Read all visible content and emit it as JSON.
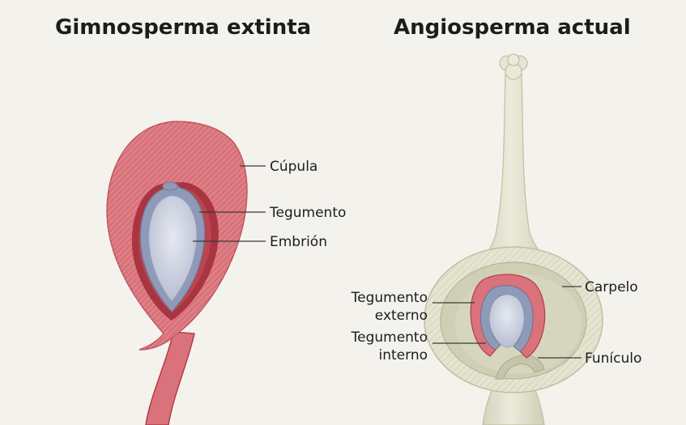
{
  "left_panel": {
    "title": "Gimnosperma extinta",
    "labels": {
      "cupula": "Cúpula",
      "tegumento": "Tegumento",
      "embrion": "Embrión"
    }
  },
  "right_panel": {
    "title": "Angiosperma actual",
    "labels": {
      "tegumento_externo_1": "Tegumento",
      "tegumento_externo_2": "externo",
      "tegumento_interno_1": "Tegumento",
      "tegumento_interno_2": "interno",
      "carpelo": "Carpelo",
      "funiculo": "Funículo"
    }
  },
  "colors": {
    "background": "#f4f2ec",
    "cupule": "#d9727a",
    "cupule_dark": "#b33c48",
    "integument": "#8f9ab8",
    "embryo": "#d5dae6",
    "carpel": "#e4e4d0",
    "carpel_dark": "#c9c9ae"
  }
}
